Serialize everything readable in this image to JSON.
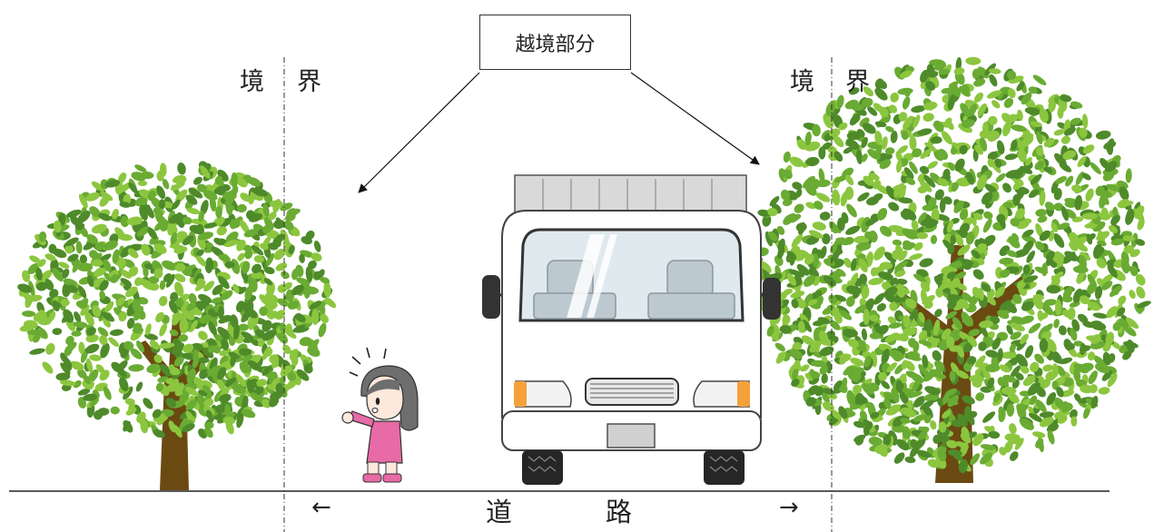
{
  "callout": {
    "text": "越境部分"
  },
  "boundary_left": {
    "char1": "境",
    "char2": "界"
  },
  "boundary_right": {
    "char1": "境",
    "char2": "界"
  },
  "road": {
    "char1": "道",
    "char2": "路",
    "arrow_left": "←",
    "arrow_right": "→"
  },
  "colors": {
    "leaf_dark": "#4e8a2a",
    "leaf_mid": "#6aab33",
    "leaf_light": "#8cc63f",
    "trunk": "#6b4a12",
    "truck_body": "#ffffff",
    "truck_cargo": "#d9d9d9",
    "headlight": "#f4a13c",
    "girl_shirt": "#e86aa6",
    "line": "#222222"
  }
}
